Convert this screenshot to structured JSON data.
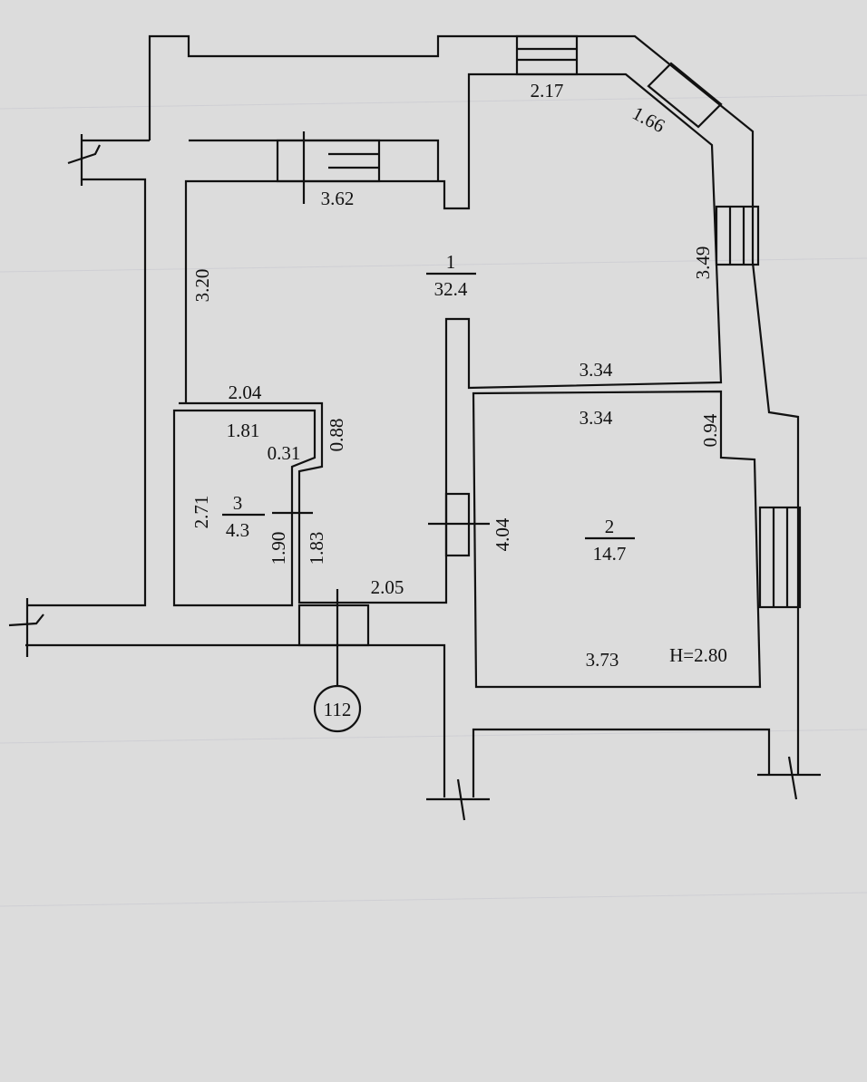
{
  "rooms": [
    {
      "number": "1",
      "area": "32.4"
    },
    {
      "number": "2",
      "area": "14.7"
    },
    {
      "number": "3",
      "area": "4.3"
    }
  ],
  "dimensions": {
    "d_2_17": "2.17",
    "d_1_66": "1.66",
    "d_3_62": "3.62",
    "d_3_20": "3.20",
    "d_3_49": "3.49",
    "d_3_34_top": "3.34",
    "d_3_34_bottom": "3.34",
    "d_2_04": "2.04",
    "d_1_81": "1.81",
    "d_0_31": "0.31",
    "d_0_88": "0.88",
    "d_2_71": "2.71",
    "d_1_90": "1.90",
    "d_1_83": "1.83",
    "d_2_05": "2.05",
    "d_4_04": "4.04",
    "d_0_94": "0.94",
    "d_3_73": "3.73"
  },
  "ceiling_height": "H=2.80",
  "axis_marker": "112",
  "colors": {
    "paper": "#dcdcdc",
    "ink": "#111111"
  }
}
